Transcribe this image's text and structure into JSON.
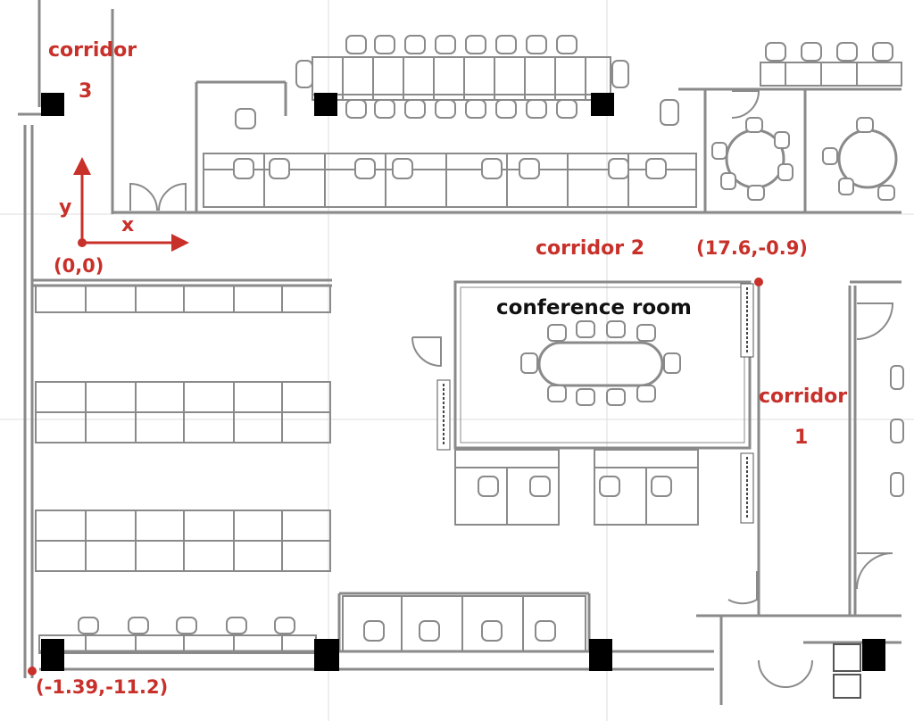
{
  "labels": {
    "corridor_3_name": "corridor",
    "corridor_3_num": "3",
    "corridor_2": "corridor 2",
    "corridor_1_name": "corridor",
    "corridor_1_num": "1",
    "conference_room": "conference room",
    "axis_y": "y",
    "axis_x": "x"
  },
  "points": {
    "origin": "(0,0)",
    "corridor_2_corner": "(17.6,-0.9)",
    "bottom_left_corner": "(-1.39,-11.2)"
  },
  "colors": {
    "wall": "#8a8a8a",
    "furniture": "#9a9a9a",
    "annotation": "#c8302a",
    "column": "#000000"
  }
}
